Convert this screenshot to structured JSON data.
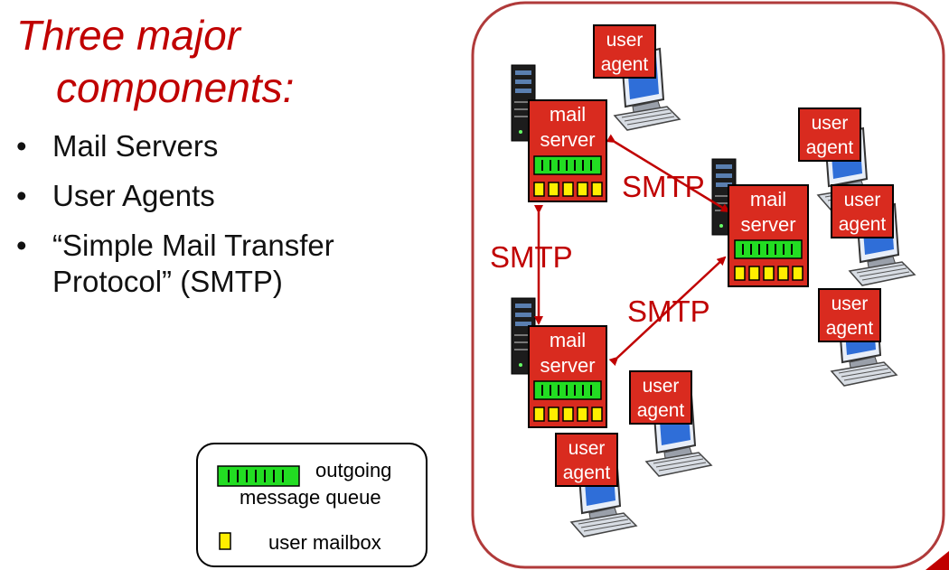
{
  "title": {
    "line1": "Three major",
    "line2": "components:"
  },
  "bullets": [
    "Mail Servers",
    "User Agents",
    "“Simple Mail Transfer",
    "Protocol” (SMTP)"
  ],
  "bullet_symbol": "•",
  "diagram": {
    "server_label": {
      "line1": "mail",
      "line2": "server"
    },
    "agent_label": {
      "line1": "user",
      "line2": "agent"
    },
    "protocol_label": "SMTP"
  },
  "legend": {
    "queue_label_1": "outgoing",
    "queue_label_2": "message queue",
    "mailbox_label": "user mailbox"
  },
  "colors": {
    "accent_red": "#c00000",
    "box_red": "#d92b1f",
    "queue_green": "#22dd22",
    "mailbox_yellow": "#ffee00",
    "frame_red": "#b03a3a"
  }
}
